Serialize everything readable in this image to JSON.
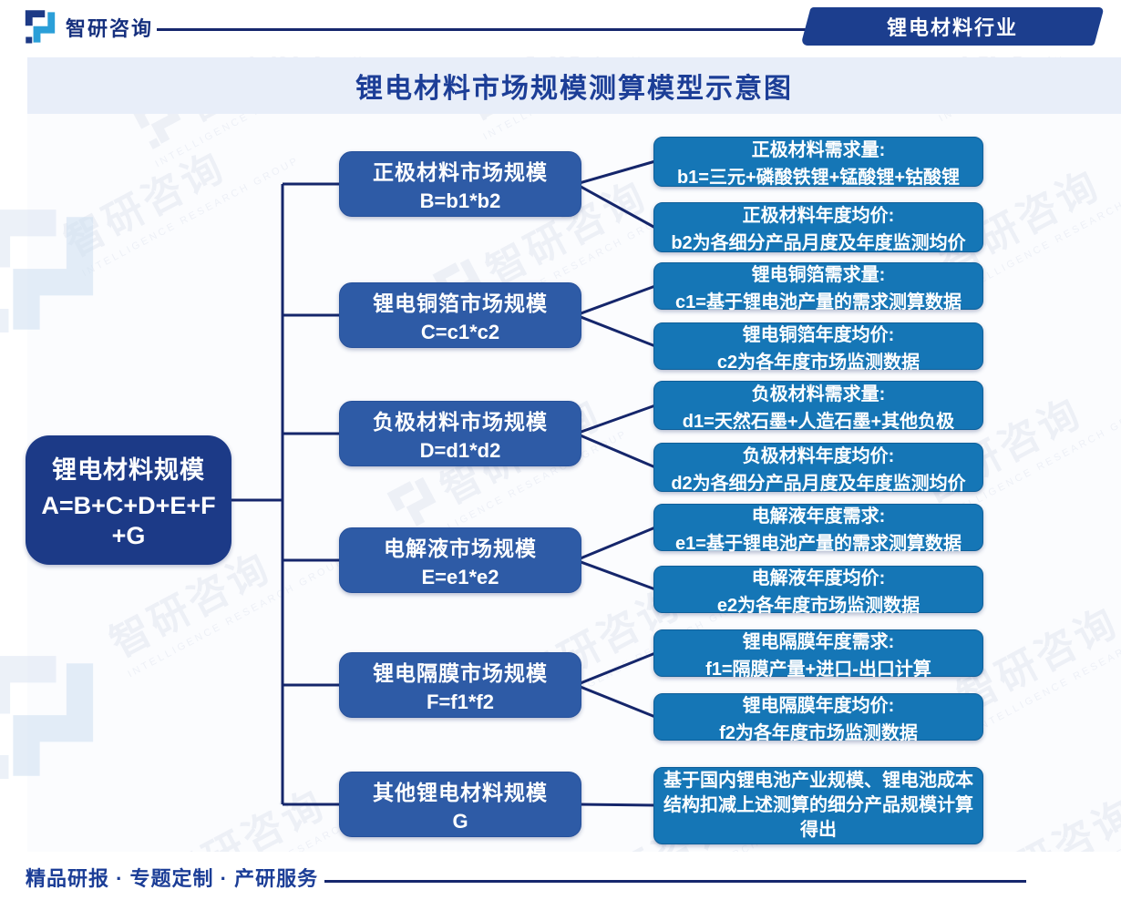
{
  "header": {
    "logo_text": "智研咨询",
    "banner": "锂电材料行业"
  },
  "title": "锂电材料市场规模测算模型示意图",
  "colors": {
    "root_fill": "#1c3a87",
    "mid_fill": "#2e5ba6",
    "leaf_fill": "#1576b6",
    "line": "#15266b",
    "banner_fill": "#1c3e8e",
    "title_band_bg": "#e8eef9",
    "navy_text": "#1c3e97"
  },
  "diagram": {
    "root": {
      "line1": "锂电材料规模",
      "line2": "A=B+C+D+E+F+G"
    },
    "groups": [
      {
        "node": {
          "line1": "正极材料市场规模",
          "line2": "B=b1*b2"
        },
        "leaves": [
          {
            "line1": "正极材料需求量:",
            "line2": "b1=三元+磷酸铁锂+锰酸锂+钴酸锂"
          },
          {
            "line1": "正极材料年度均价:",
            "line2": "b2为各细分产品月度及年度监测均价"
          }
        ]
      },
      {
        "node": {
          "line1": "锂电铜箔市场规模",
          "line2": "C=c1*c2"
        },
        "leaves": [
          {
            "line1": "锂电铜箔需求量:",
            "line2": "c1=基于锂电池产量的需求测算数据"
          },
          {
            "line1": "锂电铜箔年度均价:",
            "line2": "c2为各年度市场监测数据"
          }
        ]
      },
      {
        "node": {
          "line1": "负极材料市场规模",
          "line2": "D=d1*d2"
        },
        "leaves": [
          {
            "line1": "负极材料需求量:",
            "line2": "d1=天然石墨+人造石墨+其他负极"
          },
          {
            "line1": "负极材料年度均价:",
            "line2": "d2为各细分产品月度及年度监测均价"
          }
        ]
      },
      {
        "node": {
          "line1": "电解液市场规模",
          "line2": "E=e1*e2"
        },
        "leaves": [
          {
            "line1": "电解液年度需求:",
            "line2": "e1=基于锂电池产量的需求测算数据"
          },
          {
            "line1": "电解液年度均价:",
            "line2": "e2为各年度市场监测数据"
          }
        ]
      },
      {
        "node": {
          "line1": "锂电隔膜市场规模",
          "line2": "F=f1*f2"
        },
        "leaves": [
          {
            "line1": "锂电隔膜年度需求:",
            "line2": "f1=隔膜产量+进口-出口计算"
          },
          {
            "line1": "锂电隔膜年度均价:",
            "line2": "f2为各年度市场监测数据"
          }
        ]
      },
      {
        "node": {
          "line1": "其他锂电材料规模",
          "line2": "G"
        },
        "leaves": [
          {
            "line1": "",
            "line2": "基于国内锂电池产业规模、锂电池成本结构扣减上述测算的细分产品规模计算得出"
          }
        ]
      }
    ]
  },
  "watermark": {
    "cn": "智研咨询",
    "en": "INTELLIGENCE RESEARCH GROUP"
  },
  "footer": {
    "text": "精品研报 · 专题定制 · 产研服务"
  }
}
